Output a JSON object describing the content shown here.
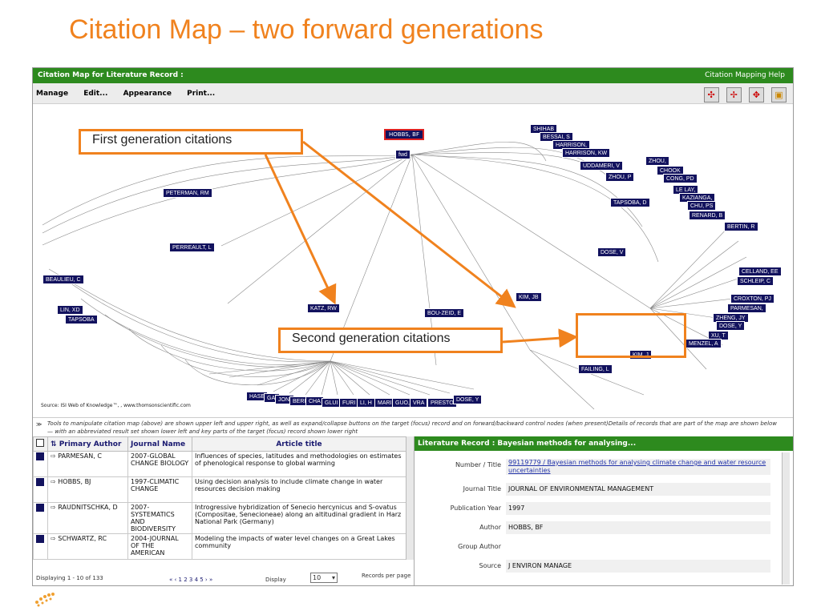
{
  "slide": {
    "title": "Citation Map – two forward generations"
  },
  "app": {
    "title": "Citation Map for  Literature Record :",
    "help": "Citation Mapping Help",
    "menu": [
      "Manage",
      "Edit...",
      "Appearance",
      "Print..."
    ]
  },
  "map": {
    "focus": "HOBBS, BF",
    "fwd": "fwd",
    "nodes": [
      "SHIHAB",
      "BESSAI, S",
      "HARRISON,",
      "HARRISON, KW",
      "UDDAMERI, V",
      "ZHOU,",
      "ZHOU, P",
      "CHOOK",
      "CONG, PD",
      "LE LAY,",
      "KAZIANGA,",
      "TAPSOBA, D",
      "CHU, PS",
      "RENARD, B",
      "BERTIN, R",
      "DOSE, V",
      "PETERMAN, RM",
      "PERREAULT, L",
      "KATZ, RW",
      "BOU-ZEID, E",
      "KIM, JB",
      "KIM, J",
      "FAILING, L",
      "TAPSOBA",
      "LIN, XD",
      "BEAULIEU, C",
      "ZHENG, JY",
      "DOSE, Y",
      "XU, T",
      "MENZEL, A",
      "CROXTON, PJ",
      "PARMESAN,",
      "SCHLEIP, C",
      "CELLAND, EE",
      "HASE",
      "GAI",
      "JONI",
      "BERI",
      "CHA",
      "GLUI",
      "FURI",
      "LI, H",
      "MARI",
      "GUO,",
      "VRA",
      "PRESTO",
      "DOSE, Y"
    ],
    "source": "Source: ISI Web of Knowledge™, , www.thomsonscientific.com"
  },
  "callouts": {
    "first": "First generation citations",
    "second": "Second generation citations"
  },
  "tools_text": "Tools to manipulate citation map (above) are shown upper left and upper right, as well as expand/collapse buttons on the target (focus) record and on forward/backward control nodes (when present)Details of records that are part of the map are shown below — with an abbreviated result set shown lower left and key parts of the target (focus) record shown lower right",
  "results": {
    "headers": [
      "Primary Author",
      "Journal Name",
      "Article title"
    ],
    "rows": [
      {
        "author": "PARMESAN, C",
        "journal": "2007-GLOBAL CHANGE BIOLOGY",
        "title": "Influences of species, latitudes and methodologies on estimates of phenological response to global warming"
      },
      {
        "author": "HOBBS, BJ",
        "journal": "1997-CLIMATIC CHANGE",
        "title": "Using decision analysis to include climate change in water resources decision making"
      },
      {
        "author": "RAUDNITSCHKA, D",
        "journal": "2007-SYSTEMATICS AND BIODIVERSITY",
        "title": "Introgressive hybridization of Senecio hercynicus and S-ovatus (Compositae, Senecioneae) along an altitudinal gradient in Harz National Park (Germany)"
      },
      {
        "author": "SCHWARTZ, RC",
        "journal": "2004-JOURNAL OF THE AMERICAN",
        "title": "Modeling the impacts of water level changes on a Great Lakes community"
      }
    ],
    "displaying": "Displaying 1 - 10 of 133",
    "pages": "« ‹ 1 2 3 4 5 › »",
    "display_label": "Display",
    "display_value": "10",
    "records_per_page": "Records per page"
  },
  "record": {
    "header": "Literature Record : Bayesian methods for analysing...",
    "fields": [
      {
        "k": "Number / Title",
        "v": "99119779 / Bayesian methods for analysing climate change and water resource uncertainties"
      },
      {
        "k": "Journal Title",
        "v": "JOURNAL OF ENVIRONMENTAL MANAGEMENT"
      },
      {
        "k": "Publication Year",
        "v": "1997"
      },
      {
        "k": "Author",
        "v": "HOBBS, BF"
      },
      {
        "k": "Group Author",
        "v": ""
      },
      {
        "k": "Source",
        "v": "J ENVIRON MANAGE"
      }
    ]
  },
  "colors": {
    "accent": "#f0821e",
    "header_green": "#2d8a1e",
    "node": "#12125e"
  }
}
